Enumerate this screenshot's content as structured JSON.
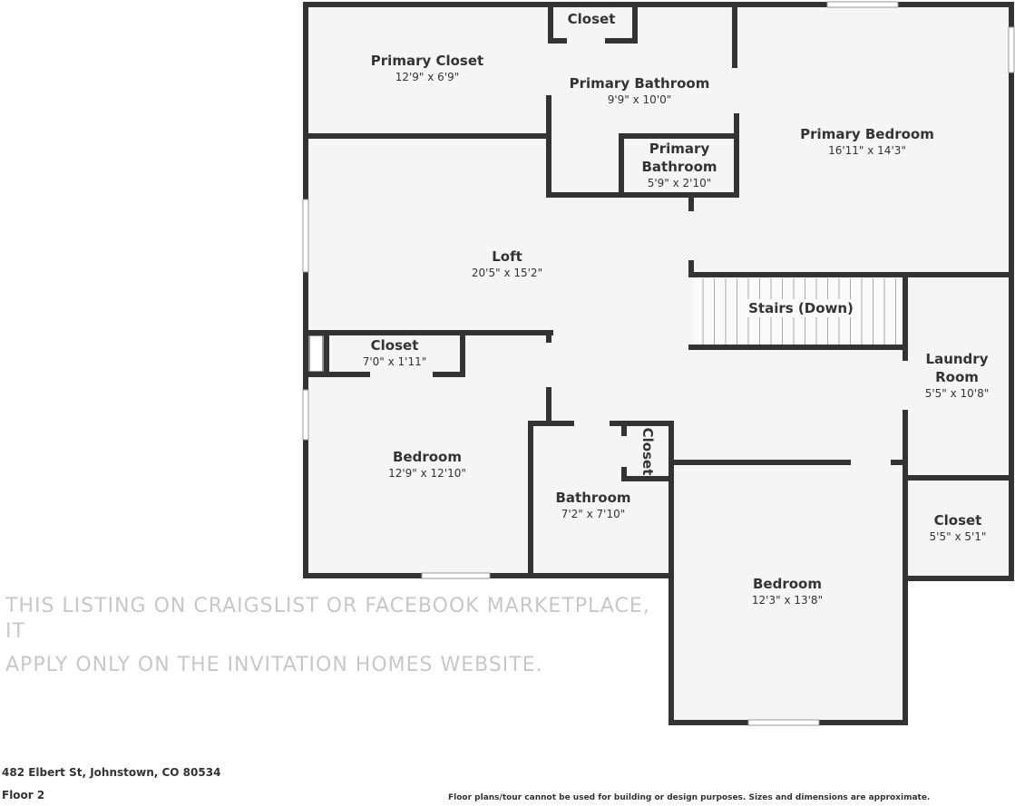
{
  "watermark": {
    "line1": "THIS LISTING ON CRAIGSLIST OR FACEBOOK MARKETPLACE, IT",
    "line2": "APPLY ONLY ON THE INVITATION HOMES WEBSITE."
  },
  "rooms": [
    {
      "name": "Closet",
      "dims": ""
    },
    {
      "name": "Primary Closet",
      "dims": "12'9\" x 6'9\""
    },
    {
      "name": "Primary Bathroom",
      "dims": "9'9\" x 10'0\""
    },
    {
      "name": "Primary Bedroom",
      "dims": "16'11\" x 14'3\""
    },
    {
      "name": "Primary Bathroom",
      "dims": "5'9\" x 2'10\""
    },
    {
      "name": "Loft",
      "dims": "20'5\" x 15'2\""
    },
    {
      "name": "Stairs (Down)",
      "dims": ""
    },
    {
      "name": "Closet",
      "dims": "7'0\" x 1'11\""
    },
    {
      "name": "Laundry Room",
      "dims": "5'5\" x 10'8\""
    },
    {
      "name": "Bedroom",
      "dims": "12'9\" x 12'10\""
    },
    {
      "name": "Closet",
      "dims": ""
    },
    {
      "name": "Bathroom",
      "dims": "7'2\" x 7'10\""
    },
    {
      "name": "Closet",
      "dims": "5'5\" x 5'1\""
    },
    {
      "name": "Bedroom",
      "dims": "12'3\" x 13'8\""
    }
  ],
  "footer": {
    "address": "482 Elbert St, Johnstown, CO 80534",
    "floor": "Floor 2",
    "disclaimer": "Floor plans/tour cannot be used for building or design purposes. Sizes and dimensions are approximate."
  },
  "colors": {
    "wall": "#333333",
    "floor": "#f5f5f5"
  }
}
